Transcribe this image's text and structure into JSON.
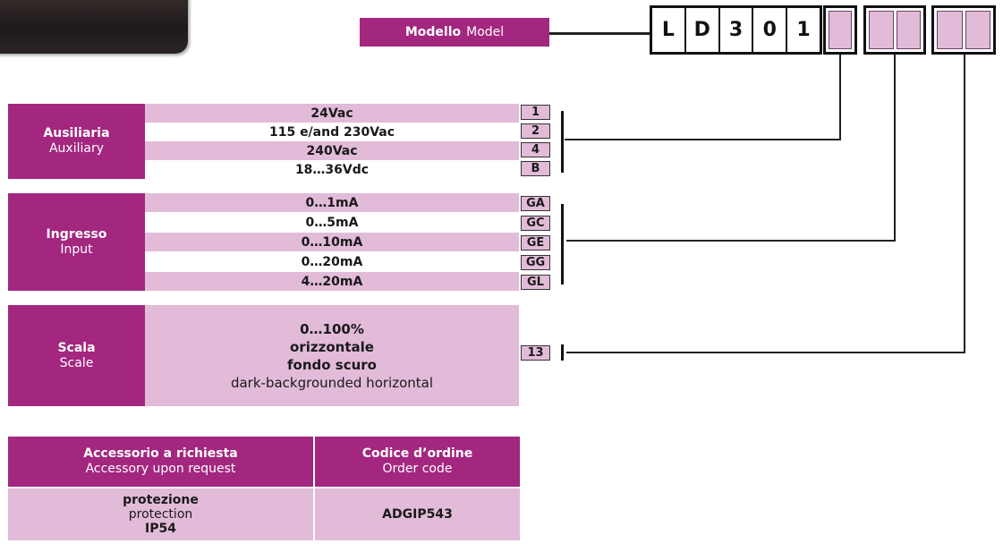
{
  "model": {
    "label_it": "Modello",
    "label_en": "Model",
    "code_letters": [
      "L",
      "D",
      "3",
      "0",
      "1"
    ]
  },
  "auxiliary": {
    "title_it": "Ausiliaria",
    "title_en": "Auxiliary",
    "rows": [
      {
        "label": "24Vac",
        "code": "1"
      },
      {
        "label": "115 e/and 230Vac",
        "code": "2"
      },
      {
        "label": "240Vac",
        "code": "4"
      },
      {
        "label": "18…36Vdc",
        "code": "B"
      }
    ]
  },
  "input": {
    "title_it": "Ingresso",
    "title_en": "Input",
    "rows": [
      {
        "label": "0…1mA",
        "code": "GA"
      },
      {
        "label": "0…5mA",
        "code": "GC"
      },
      {
        "label": "0…10mA",
        "code": "GE"
      },
      {
        "label": "0…20mA",
        "code": "GG"
      },
      {
        "label": "4…20mA",
        "code": "GL"
      }
    ]
  },
  "scale": {
    "title_it": "Scala",
    "title_en": "Scale",
    "lines": [
      "0…100%",
      "orizzontale",
      "fondo scuro",
      "dark-backgrounded horizontal"
    ],
    "code": "13"
  },
  "accessory_table": {
    "col1_header_it": "Accessorio a richiesta",
    "col1_header_en": "Accessory upon request",
    "col2_header_it": "Codice d’ordine",
    "col2_header_en": "Order code",
    "row": {
      "name_it": "protezione",
      "name_en": "protection",
      "name_extra": "IP54",
      "code": "ADGIP543"
    }
  },
  "colors": {
    "accent": "#a3267f",
    "row_pink": "#e2bbd8"
  }
}
